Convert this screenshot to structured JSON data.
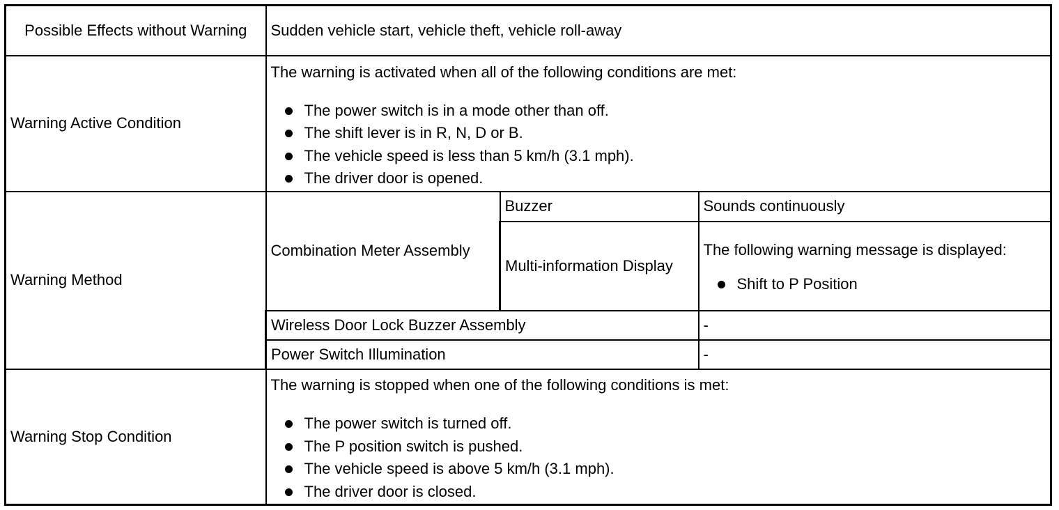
{
  "rows": {
    "effects": {
      "label": "Possible Effects without Warning",
      "value": "Sudden vehicle start, vehicle theft, vehicle roll-away"
    },
    "active": {
      "label": "Warning Active Condition",
      "intro": "The warning is activated when all of the following conditions are met:",
      "bullets": [
        "The power switch is in a mode other than off.",
        "The shift lever is in R, N, D or B.",
        "The vehicle speed is less than 5 km/h (3.1 mph).",
        "The driver door is opened."
      ]
    },
    "method": {
      "label": "Warning Method",
      "meter": "Combination Meter Assembly",
      "buzzer_label": "Buzzer",
      "buzzer_value": "Sounds continuously",
      "mid_label": "Multi-information Display",
      "mid_intro": "The following warning message is displayed:",
      "mid_bullet": "Shift to P Position",
      "wireless_label": "Wireless Door Lock Buzzer Assembly",
      "wireless_value": "-",
      "illum_label": "Power Switch Illumination",
      "illum_value": "-"
    },
    "stop": {
      "label": "Warning Stop Condition",
      "intro": "The warning is stopped when one of the following conditions is met:",
      "bullets": [
        "The power switch is turned off.",
        "The P position switch is pushed.",
        "The vehicle speed is above 5 km/h (3.1 mph).",
        "The driver door is closed."
      ]
    }
  }
}
